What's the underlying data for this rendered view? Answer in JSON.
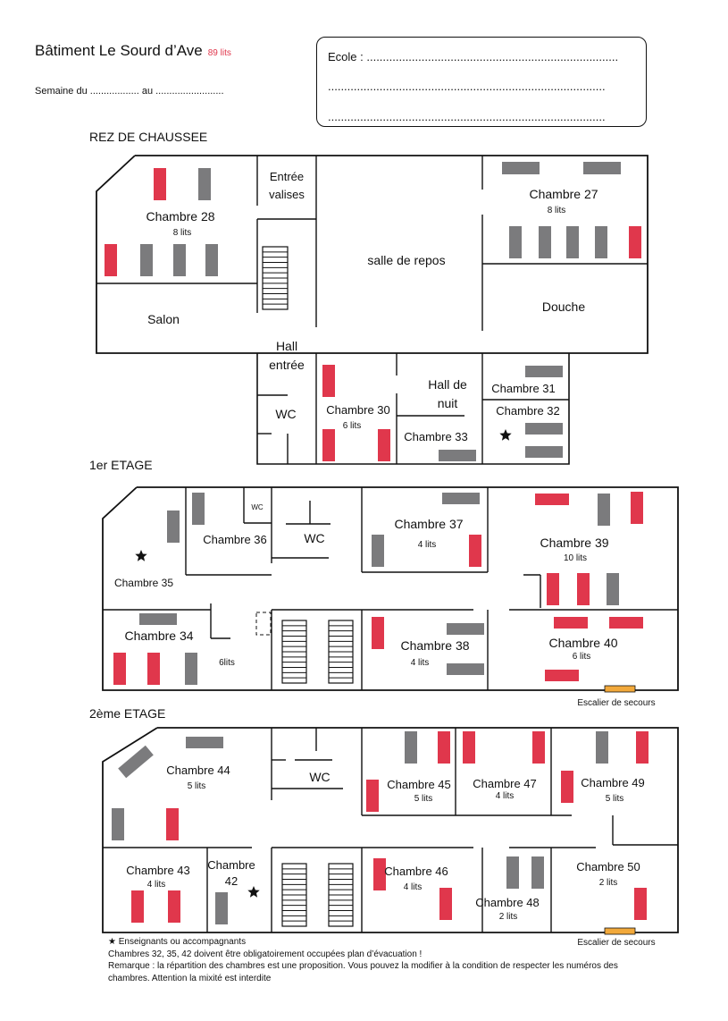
{
  "header": {
    "title": "Bâtiment Le Sourd d’Ave",
    "capacity": "89 lits",
    "week": "Semaine du .................. au .........................",
    "school_line1": "Ecole : ..............................................................................",
    "school_line2": "......................................................................................",
    "school_line3": "......................................................................................"
  },
  "floors": {
    "ground": "REZ DE CHAUSSEE",
    "first": "1er ETAGE",
    "second": "2ème ETAGE"
  },
  "rooms": {
    "entree_valises": "Entrée valises",
    "salle_repos": "salle de repos",
    "ch27": "Chambre 27",
    "ch27_beds": "8 lits",
    "ch28": "Chambre 28",
    "ch28_beds": "8 lits",
    "salon": "Salon",
    "douche": "Douche",
    "hall_entree": "Hall entrée",
    "wc": "WC",
    "ch30": "Chambre 30",
    "ch30_beds": "6 lits",
    "hall_nuit": "Hall de nuit",
    "ch31": "Chambre 31",
    "ch32": "Chambre 32",
    "ch33": "Chambre 33",
    "ch35": "Chambre 35",
    "ch36": "Chambre 36",
    "wc_small": "WC",
    "ch37": "Chambre 37",
    "ch37_beds": "4 lits",
    "ch39": "Chambre 39",
    "ch39_beds": "10 lits",
    "ch34": "Chambre 34",
    "ch34_beds": "6lits",
    "ch38": "Chambre 38",
    "ch38_beds": "4 lits",
    "ch40": "Chambre 40",
    "ch40_beds": "6  lits",
    "escalier": "Escalier de secours",
    "ch44": "Chambre 44",
    "ch44_beds": "5 lits",
    "ch45": "Chambre 45",
    "ch45_beds": "5 lits",
    "ch47": "Chambre 47",
    "ch47_beds": "4 lits",
    "ch49": "Chambre 49",
    "ch49_beds": "5 lits",
    "ch43": "Chambre 43",
    "ch43_beds": "4 lits",
    "ch42": "Chambre 42",
    "ch46": "Chambre 46",
    "ch46_beds": "4 lits",
    "ch48": "Chambre 48",
    "ch48_beds": "2 lits",
    "ch50": "Chambre 50",
    "ch50_beds": "2 lits"
  },
  "notes": {
    "legend": "Enseignants ou accompagnants",
    "line1": "Chambres 32, 35, 42 doivent être obligatoirement occupées plan d’évacuation !",
    "line2": "Remarque : la répartition des chambres est une proposition. Vous pouvez la modifier à la condition de respecter les numéros des",
    "line3": "chambres. Attention la mixité est interdite"
  },
  "colors": {
    "bed_teacher": "#e0374c",
    "bed_student": "#7b7b7d",
    "wall": "#111111",
    "emergency_stair": "#f2a93b"
  }
}
